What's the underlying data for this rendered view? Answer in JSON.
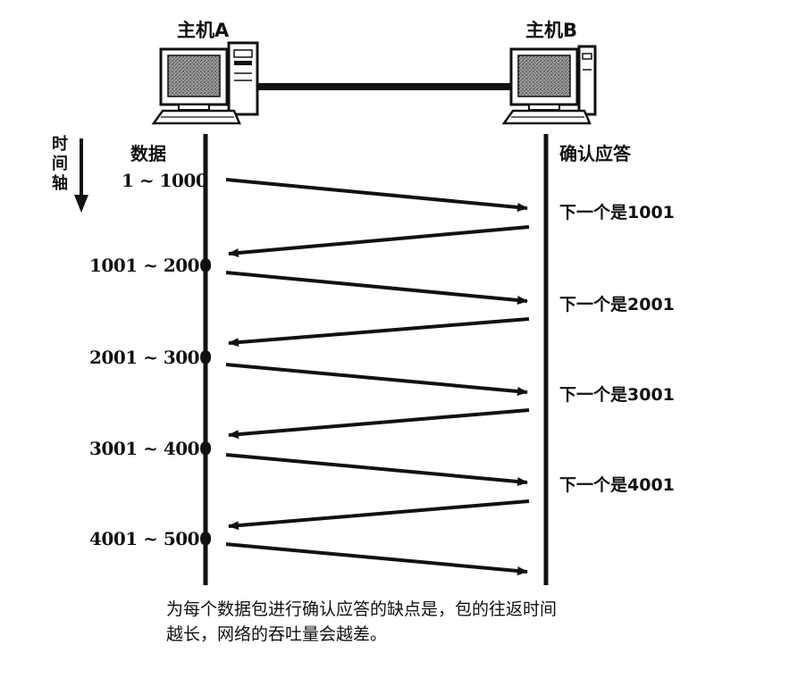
{
  "host_a": {
    "label": "主机A"
  },
  "host_b": {
    "label": "主机B"
  },
  "time_axis": {
    "chars": [
      "时",
      "间",
      "轴"
    ]
  },
  "columns": {
    "data_header": "数据",
    "ack_header": "确认应答"
  },
  "segments": [
    {
      "data_label": "1 ~ 1000",
      "ack_label": "下一个是1001"
    },
    {
      "data_label": "1001 ~ 2000",
      "ack_label": "下一个是2001"
    },
    {
      "data_label": "2001 ~ 3000",
      "ack_label": "下一个是3001"
    },
    {
      "data_label": "3001 ~ 4000",
      "ack_label": "下一个是4001"
    },
    {
      "data_label": "4001 ~ 5000"
    }
  ],
  "caption": {
    "line1": "为每个数据包进行确认应答的缺点是，包的往返时间",
    "line2": "越长，网络的吞吐量会越差。"
  },
  "colors": {
    "ink": "#111111",
    "screen": "#8a8a8a",
    "paper": "#ffffff"
  }
}
